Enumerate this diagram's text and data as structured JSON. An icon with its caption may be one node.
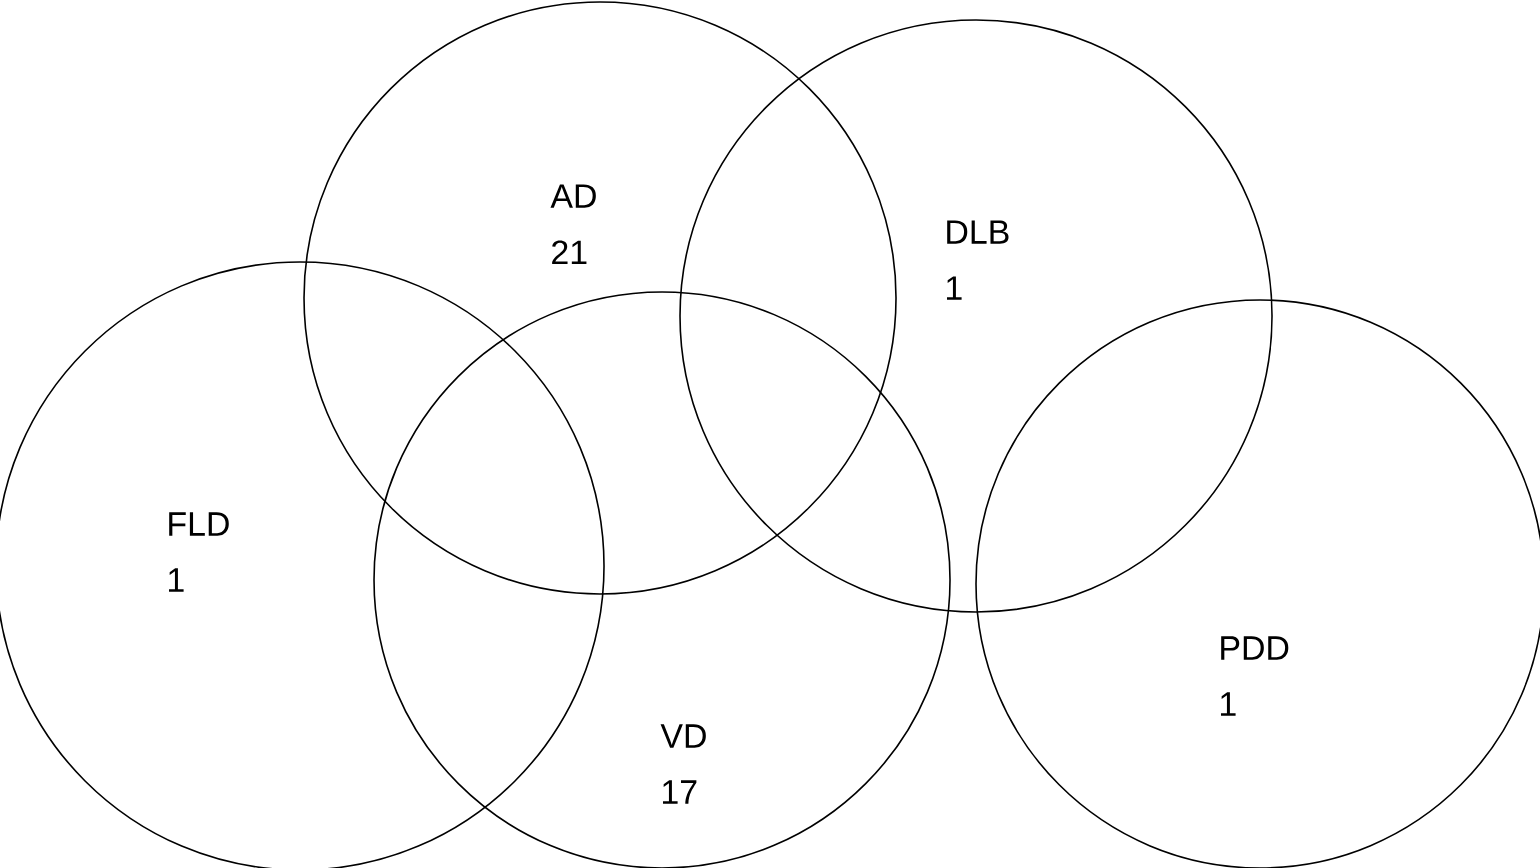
{
  "diagram": {
    "nodes": [
      {
        "text": [
          "AD",
          "21"
        ]
      },
      {
        "text": [
          "DLB",
          "1"
        ]
      },
      {
        "text": [
          "FLD",
          "1"
        ]
      },
      {
        "text": [
          "VD",
          "17"
        ]
      },
      {
        "text": [
          "PDD",
          "1"
        ]
      }
    ]
  }
}
